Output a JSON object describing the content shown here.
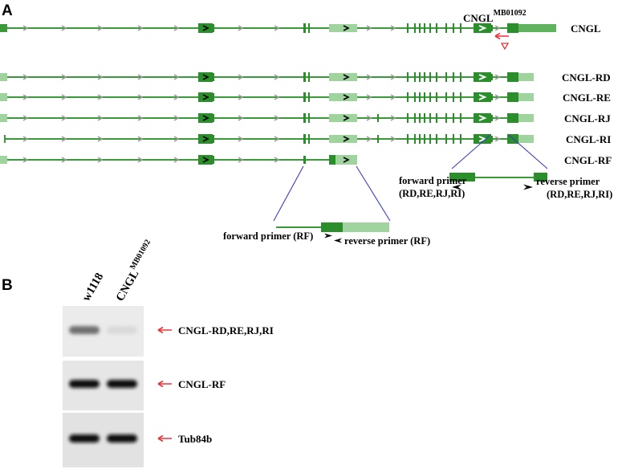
{
  "panel_a": {
    "letter": "A",
    "allele_label": {
      "base": "CNGL",
      "sup": "MB01092"
    },
    "transcripts": [
      {
        "name": "CNGL"
      },
      {
        "name": "CNGL-RD"
      },
      {
        "name": "CNGL-RE"
      },
      {
        "name": "CNGL-RJ"
      },
      {
        "name": "CNGL-RI"
      },
      {
        "name": "CNGL-RF"
      }
    ],
    "primers_rd": {
      "forward_line1": "forward primer",
      "forward_line2": "(RD,RE,RJ,RI)",
      "reverse_line1": "reverse primer",
      "reverse_line2": "(RD,RE,RJ,RI)"
    },
    "primers_rf": {
      "forward": "forward primer (RF)",
      "reverse": "reverse primer (RF)"
    }
  },
  "panel_b": {
    "letter": "B",
    "lane_labels": [
      {
        "base": "w1118",
        "sup": ""
      },
      {
        "base": "CNGL",
        "sup": "MB01092"
      }
    ],
    "gels": [
      {
        "label": "CNGL-RD,RE,RJ,RI",
        "band_intensity": [
          0.55,
          0.08
        ]
      },
      {
        "label": "CNGL-RF",
        "band_intensity": [
          1.0,
          1.0
        ]
      },
      {
        "label": "Tub84b",
        "band_intensity": [
          1.0,
          1.0
        ]
      }
    ]
  },
  "colors": {
    "gene_line": "#3a9a3a",
    "exon_dark": "#2a8f2a",
    "exon_light": "#9fd49f",
    "intron_arrow": "#9a9a9a",
    "annotation_line": "#3b3bc9",
    "marker_red": "#e8343a"
  }
}
